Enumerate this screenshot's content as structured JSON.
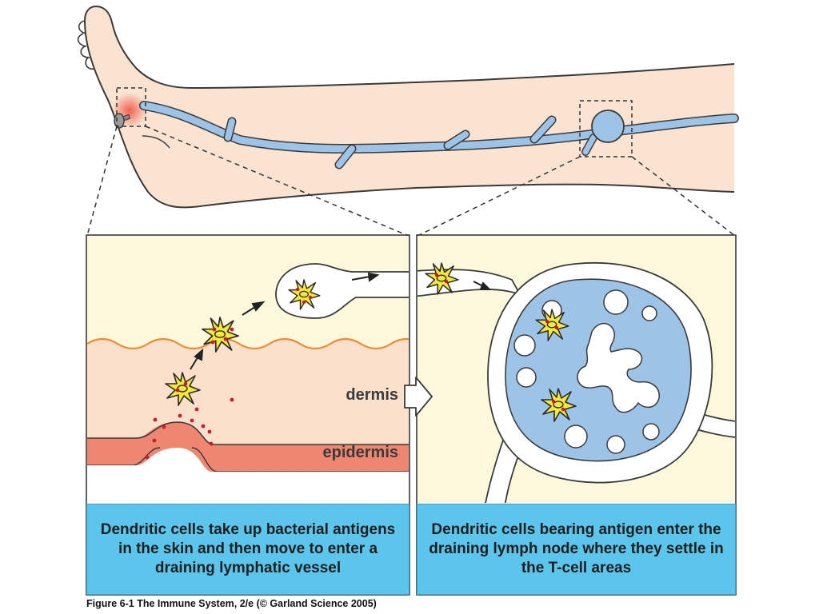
{
  "labels": {
    "dermis": "dermis",
    "epidermis": "epidermis"
  },
  "captions": {
    "left": "Dendritic cells take up bacterial antigens in the skin and then move to enter a draining lymphatic vessel",
    "right": "Dendritic cells bearing antigen enter the draining lymph node where they settle in the T-cell areas"
  },
  "footer": "Figure 6-1  The Immune System, 2/e (© Garland Science 2005)",
  "colors": {
    "skin": "#fbe3d1",
    "leg_outline": "#3a3a3a",
    "lymph_vessel": "#9dc3e6",
    "inflammation": "#f05a4a",
    "panel_background": "#fbf8dc",
    "dermis": "#fbe0cc",
    "epidermis": "#ee8672",
    "wavy_boundary": "#f08a33",
    "dendritic_cell": "#f5e83a",
    "antigen": "#cc1c2c",
    "caption_background": "#5bc5ec"
  }
}
